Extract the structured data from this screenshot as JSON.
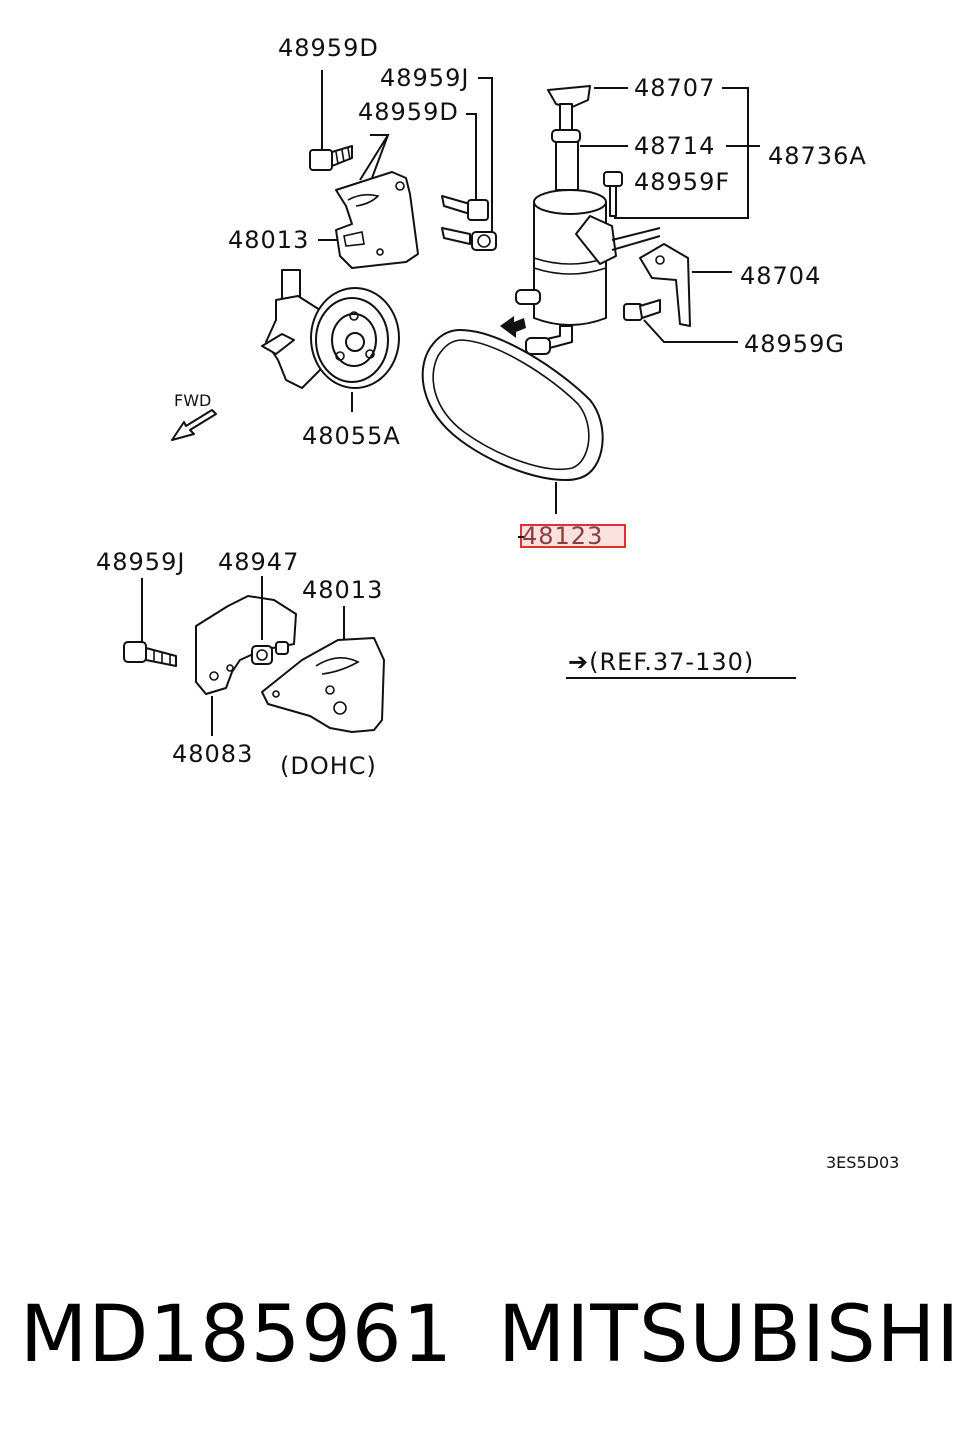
{
  "labels": {
    "l48959D_top": "48959D",
    "l48959J_top": "48959J",
    "l48959D_mid": "48959D",
    "l48707": "48707",
    "l48714": "48714",
    "l48736A": "48736A",
    "l48959F": "48959F",
    "l48013_top": "48013",
    "l48704": "48704",
    "l48959G": "48959G",
    "lFWD": "FWD",
    "l48055A": "48055A",
    "l48123": "48123",
    "l48959J_bot": "48959J",
    "l48947": "48947",
    "l48013_bot": "48013",
    "lRef": "➔(REF.37-130)",
    "l48083": "48083",
    "lDOHC": "(DOHC)",
    "lCode": "3ES5D03"
  },
  "highlight_color": "#e03030",
  "footer": {
    "part_number": "MD185961",
    "brand": "MITSUBISHI"
  }
}
